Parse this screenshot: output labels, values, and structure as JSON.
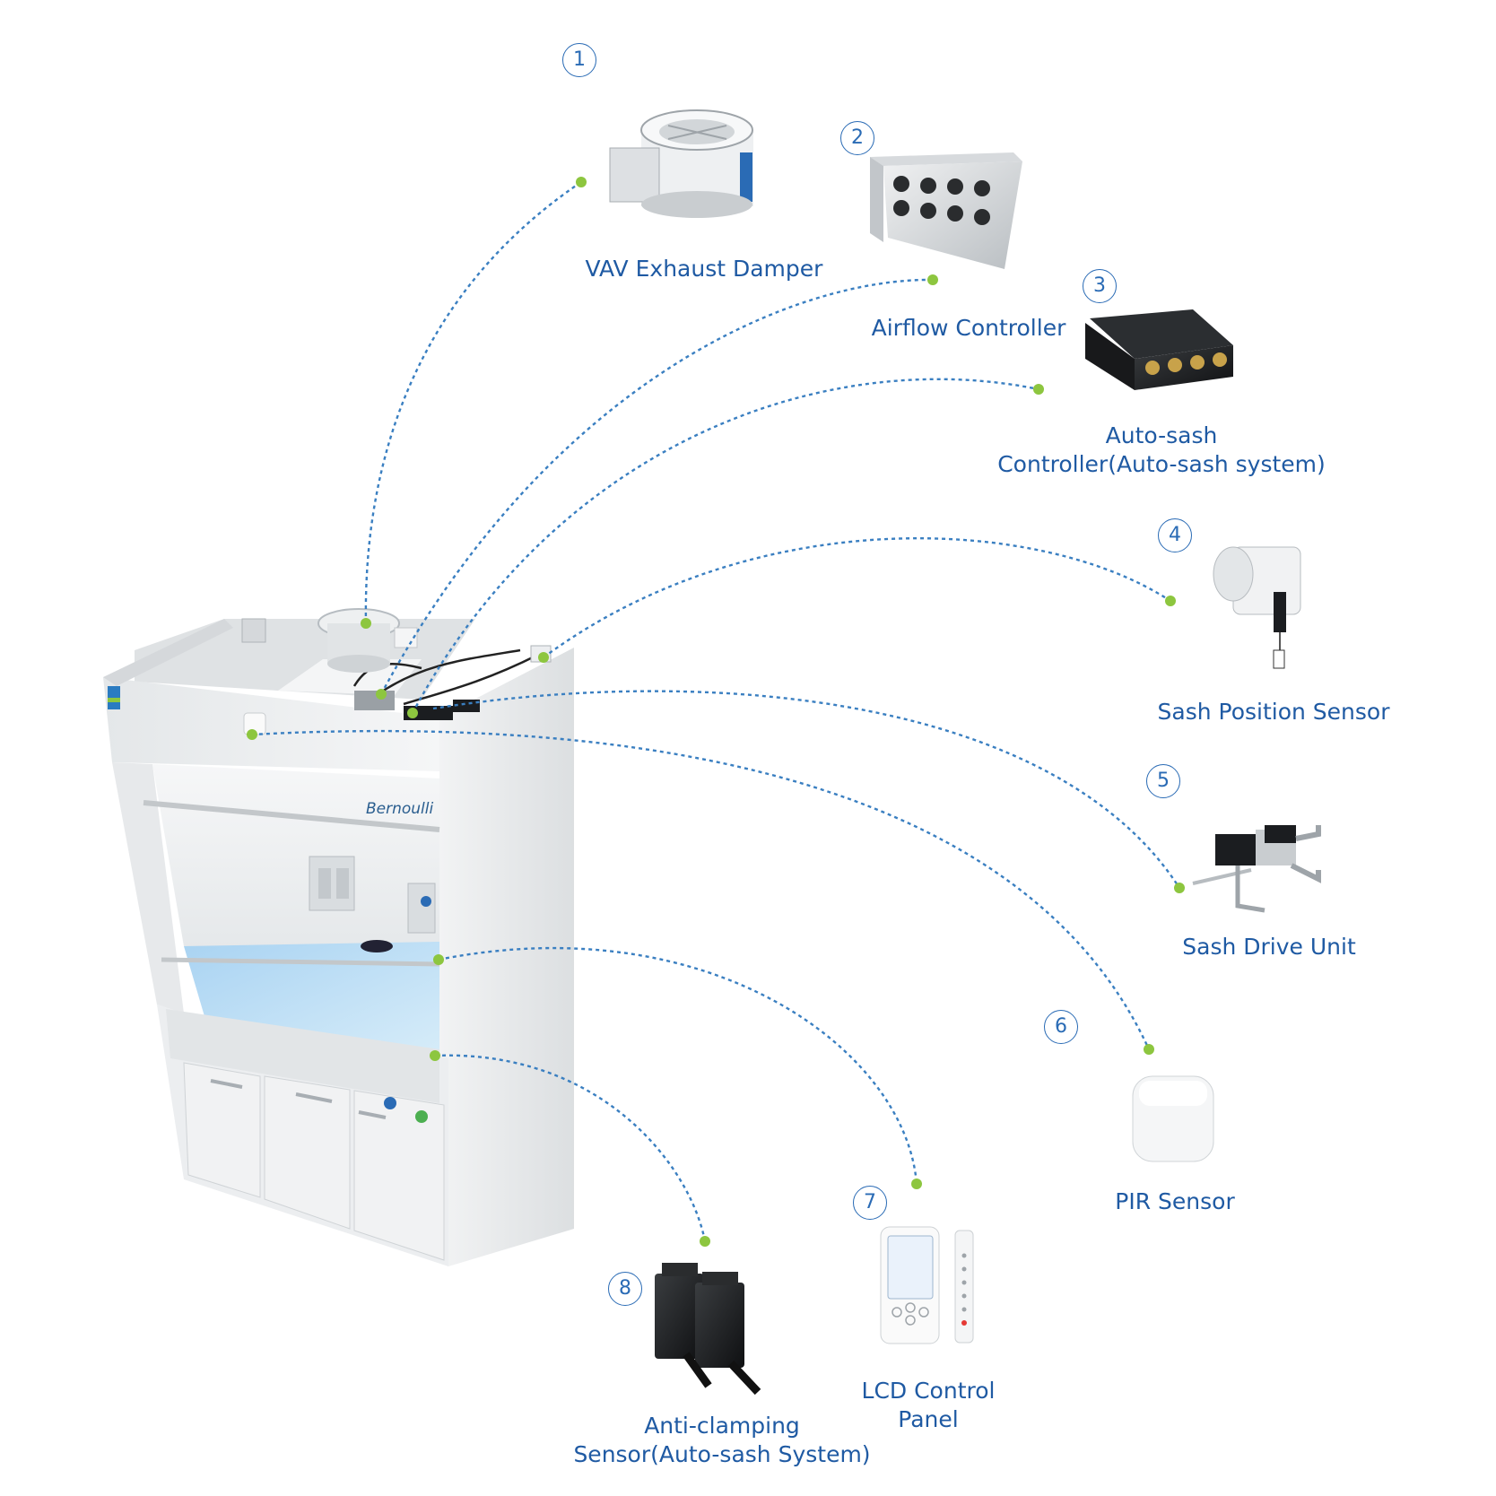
{
  "colors": {
    "accent_blue": "#1f5aa3",
    "connector_blue": "#3a7fc1",
    "dot_green": "#8dc63f",
    "cabinet_white": "#eef0f1",
    "work_surface": "#b9dcf4"
  },
  "brand": {
    "logo_text": "Bernoulli"
  },
  "components": [
    {
      "number": "1",
      "label": "VAV Exhaust Damper",
      "icon": "vav-damper-icon"
    },
    {
      "number": "2",
      "label": "Airflow Controller",
      "icon": "airflow-controller-icon"
    },
    {
      "number": "3",
      "label": "Auto-sash Controller(Auto-sash system)",
      "label_lines": [
        "Auto-sash",
        "Controller(Auto-sash system)"
      ],
      "icon": "auto-sash-controller-icon"
    },
    {
      "number": "4",
      "label": "Sash Position Sensor",
      "icon": "sash-position-sensor-icon"
    },
    {
      "number": "5",
      "label": "Sash Drive Unit",
      "icon": "sash-drive-unit-icon"
    },
    {
      "number": "6",
      "label": "PIR Sensor",
      "icon": "pir-sensor-icon"
    },
    {
      "number": "7",
      "label": "LCD Control Panel",
      "label_lines": [
        "LCD Control",
        "Panel"
      ],
      "icon": "lcd-control-panel-icon"
    },
    {
      "number": "8",
      "label": "Anti-clamping Sensor(Auto-sash System)",
      "label_lines": [
        "Anti-clamping",
        "Sensor(Auto-sash System)"
      ],
      "icon": "anti-clamping-sensor-icon"
    }
  ]
}
